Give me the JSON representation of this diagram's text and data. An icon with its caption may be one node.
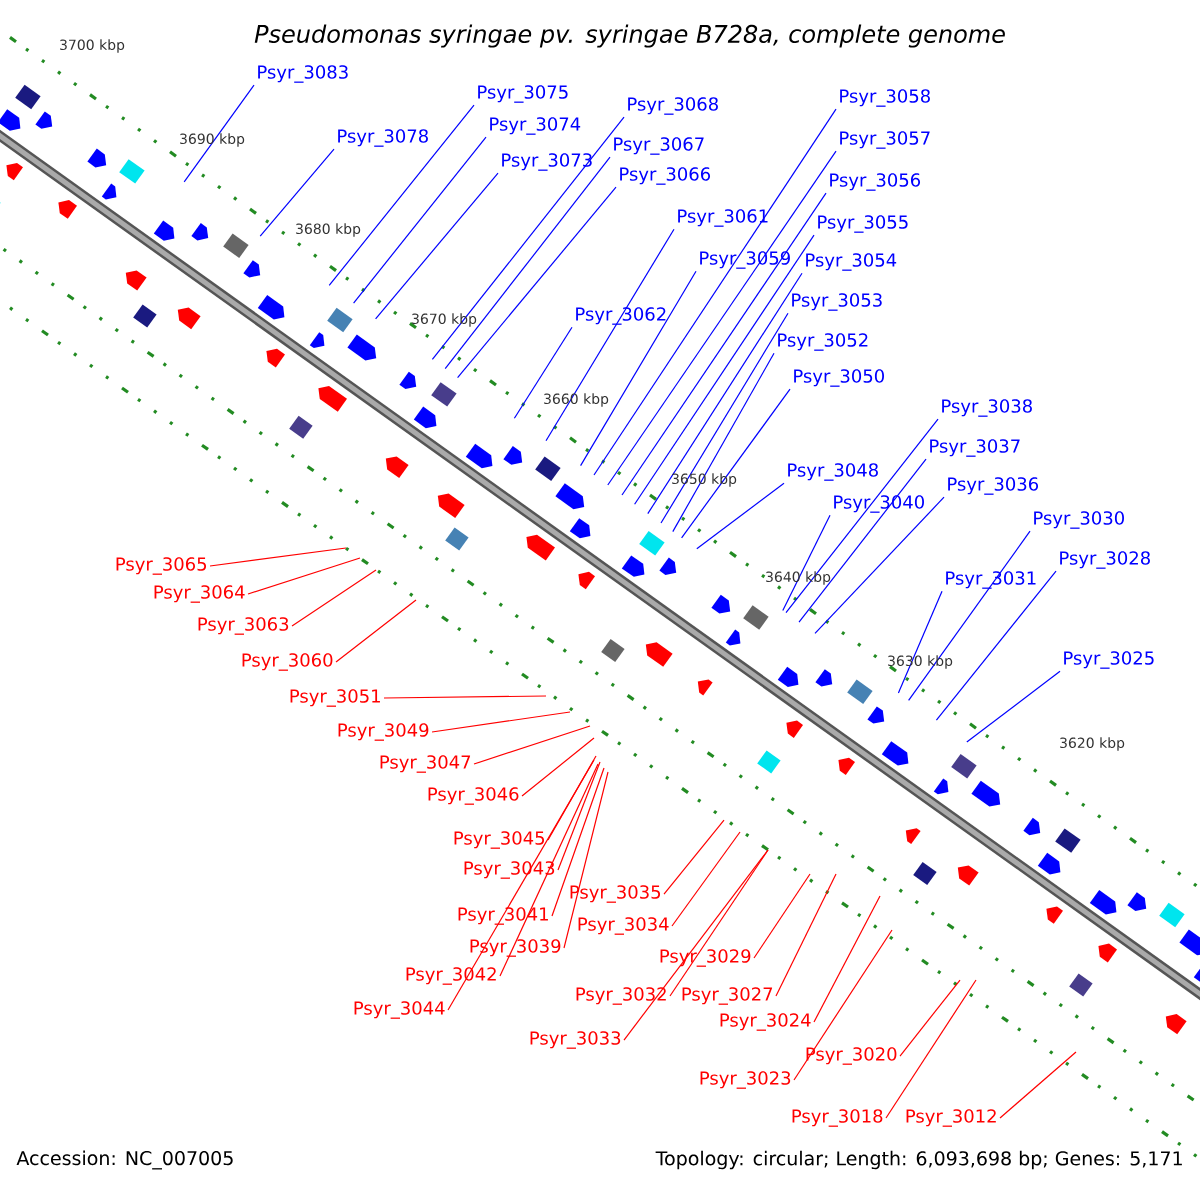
{
  "diagram": {
    "title": "Pseudomonas syringae pv. syringae B728a, complete genome",
    "nodes": [
      {
        "text": [
          "Psyr_3083"
        ]
      },
      {
        "text": [
          "Psyr_3078"
        ]
      },
      {
        "text": [
          "Psyr_3075"
        ]
      },
      {
        "text": [
          "Psyr_3074"
        ]
      },
      {
        "text": [
          "Psyr_3073"
        ]
      },
      {
        "text": [
          "Psyr_3068"
        ]
      },
      {
        "text": [
          "Psyr_3067"
        ]
      },
      {
        "text": [
          "Psyr_3066"
        ]
      },
      {
        "text": [
          "Psyr_3061"
        ]
      },
      {
        "text": [
          "Psyr_3062"
        ]
      },
      {
        "text": [
          "Psyr_3059"
        ]
      },
      {
        "text": [
          "Psyr_3058"
        ]
      },
      {
        "text": [
          "Psyr_3057"
        ]
      },
      {
        "text": [
          "Psyr_3056"
        ]
      },
      {
        "text": [
          "Psyr_3055"
        ]
      },
      {
        "text": [
          "Psyr_3054"
        ]
      },
      {
        "text": [
          "Psyr_3053"
        ]
      },
      {
        "text": [
          "Psyr_3052"
        ]
      },
      {
        "text": [
          "Psyr_3050"
        ]
      },
      {
        "text": [
          "Psyr_3048"
        ]
      },
      {
        "text": [
          "Psyr_3038"
        ]
      },
      {
        "text": [
          "Psyr_3037"
        ]
      },
      {
        "text": [
          "Psyr_3036"
        ]
      },
      {
        "text": [
          "Psyr_3040"
        ]
      },
      {
        "text": [
          "Psyr_3030"
        ]
      },
      {
        "text": [
          "Psyr_3031"
        ]
      },
      {
        "text": [
          "Psyr_3028"
        ]
      },
      {
        "text": [
          "Psyr_3025"
        ]
      },
      {
        "text": [
          "Psyr_3065"
        ]
      },
      {
        "text": [
          "Psyr_3064"
        ]
      },
      {
        "text": [
          "Psyr_3063"
        ]
      },
      {
        "text": [
          "Psyr_3060"
        ]
      },
      {
        "text": [
          "Psyr_3051"
        ]
      },
      {
        "text": [
          "Psyr_3049"
        ]
      },
      {
        "text": [
          "Psyr_3047"
        ]
      },
      {
        "text": [
          "Psyr_3046"
        ]
      },
      {
        "text": [
          "Psyr_3045"
        ]
      },
      {
        "text": [
          "Psyr_3043"
        ]
      },
      {
        "text": [
          "Psyr_3041"
        ]
      },
      {
        "text": [
          "Psyr_3039"
        ]
      },
      {
        "text": [
          "Psyr_3042"
        ]
      },
      {
        "text": [
          "Psyr_3044"
        ]
      },
      {
        "text": [
          "Psyr_3035"
        ]
      },
      {
        "text": [
          "Psyr_3034"
        ]
      },
      {
        "text": [
          "Psyr_3029"
        ]
      },
      {
        "text": [
          "Psyr_3032"
        ]
      },
      {
        "text": [
          "Psyr_3027"
        ]
      },
      {
        "text": [
          "Psyr_3033"
        ]
      },
      {
        "text": [
          "Psyr_3024"
        ]
      },
      {
        "text": [
          "Psyr_3020"
        ]
      },
      {
        "text": [
          "Psyr_3023"
        ]
      },
      {
        "text": [
          "Psyr_3018"
        ]
      },
      {
        "text": [
          "Psyr_3012"
        ]
      }
    ],
    "edges": [
      {
        "from": 0,
        "to": null,
        "arrow": "none"
      },
      {
        "from": 1,
        "to": null,
        "arrow": "none"
      },
      {
        "from": 2,
        "to": null,
        "arrow": "none"
      },
      {
        "from": 3,
        "to": null,
        "arrow": "none"
      },
      {
        "from": 4,
        "to": null,
        "arrow": "none"
      },
      {
        "from": 5,
        "to": null,
        "arrow": "none"
      },
      {
        "from": 6,
        "to": null,
        "arrow": "none"
      },
      {
        "from": 7,
        "to": null,
        "arrow": "none"
      },
      {
        "from": 8,
        "to": null,
        "arrow": "none"
      },
      {
        "from": 9,
        "to": null,
        "arrow": "none"
      },
      {
        "from": 10,
        "to": null,
        "arrow": "none"
      },
      {
        "from": 11,
        "to": null,
        "arrow": "none"
      },
      {
        "from": 12,
        "to": null,
        "arrow": "none"
      },
      {
        "from": 13,
        "to": null,
        "arrow": "none"
      },
      {
        "from": 14,
        "to": null,
        "arrow": "none"
      },
      {
        "from": 15,
        "to": null,
        "arrow": "none"
      },
      {
        "from": 16,
        "to": null,
        "arrow": "none"
      },
      {
        "from": 17,
        "to": null,
        "arrow": "none"
      },
      {
        "from": 18,
        "to": null,
        "arrow": "none"
      },
      {
        "from": 19,
        "to": null,
        "arrow": "none"
      },
      {
        "from": 20,
        "to": null,
        "arrow": "none"
      },
      {
        "from": 21,
        "to": null,
        "arrow": "none"
      },
      {
        "from": 22,
        "to": null,
        "arrow": "none"
      },
      {
        "from": 23,
        "to": null,
        "arrow": "none"
      },
      {
        "from": 24,
        "to": null,
        "arrow": "none"
      },
      {
        "from": 25,
        "to": null,
        "arrow": "none"
      },
      {
        "from": 26,
        "to": null,
        "arrow": "none"
      },
      {
        "from": 27,
        "to": null,
        "arrow": "none"
      },
      {
        "from": 28,
        "to": null,
        "arrow": "none",
        "color": "#ff0000"
      },
      {
        "from": 29,
        "to": null,
        "arrow": "none",
        "color": "#ff0000"
      },
      {
        "from": 30,
        "to": null,
        "arrow": "none",
        "color": "#ff0000"
      },
      {
        "from": 31,
        "to": null,
        "arrow": "none",
        "color": "#ff0000"
      },
      {
        "from": 32,
        "to": null,
        "arrow": "none",
        "color": "#ff0000"
      },
      {
        "from": 33,
        "to": null,
        "arrow": "none",
        "color": "#ff0000"
      },
      {
        "from": 34,
        "to": null,
        "arrow": "none",
        "color": "#ff0000"
      },
      {
        "from": 35,
        "to": null,
        "arrow": "none",
        "color": "#ff0000"
      },
      {
        "from": 36,
        "to": null,
        "arrow": "none",
        "color": "#ff0000"
      },
      {
        "from": 37,
        "to": null,
        "arrow": "none",
        "color": "#ff0000"
      },
      {
        "from": 38,
        "to": null,
        "arrow": "none",
        "color": "#ff0000"
      },
      {
        "from": 39,
        "to": null,
        "arrow": "none",
        "color": "#ff0000"
      },
      {
        "from": 40,
        "to": null,
        "arrow": "none",
        "color": "#ff0000"
      },
      {
        "from": 41,
        "to": null,
        "arrow": "none",
        "color": "#ff0000"
      },
      {
        "from": 42,
        "to": null,
        "arrow": "none",
        "color": "#ff0000"
      },
      {
        "from": 43,
        "to": null,
        "arrow": "none",
        "color": "#ff0000"
      },
      {
        "from": 44,
        "to": null,
        "arrow": "none",
        "color": "#ff0000"
      },
      {
        "from": 45,
        "to": null,
        "arrow": "none",
        "color": "#ff0000"
      },
      {
        "from": 46,
        "to": null,
        "arrow": "none",
        "color": "#ff0000"
      },
      {
        "from": 47,
        "to": null,
        "arrow": "none",
        "color": "#ff0000"
      },
      {
        "from": 48,
        "to": null,
        "arrow": "none",
        "color": "#ff0000"
      },
      {
        "from": 49,
        "to": null,
        "arrow": "none",
        "color": "#ff0000"
      },
      {
        "from": 50,
        "to": null,
        "arrow": "none",
        "color": "#ff0000"
      },
      {
        "from": 51,
        "to": null,
        "arrow": "none",
        "color": "#ff0000"
      },
      {
        "from": 52,
        "to": null,
        "arrow": "none",
        "color": "#ff0000"
      }
    ],
    "labels": [
      "3700 kbp",
      "3690 kbp",
      "3680 kbp",
      "3670 kbp",
      "3660 kbp",
      "3650 kbp",
      "3640 kbp",
      "3630 kbp",
      "3620 kbp",
      "Accession: NC_007005",
      "Topology: circular; Length: 6,093,698 bp; Genes: 5,171"
    ]
  }
}
